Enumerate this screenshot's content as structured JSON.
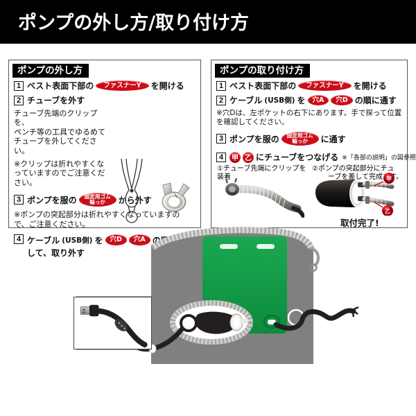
{
  "header": {
    "title": "ポンプの外し方/取り付け方"
  },
  "colors": {
    "header_bg": "#000000",
    "badge_red": "#cc0d18",
    "vest_gray": "#808080",
    "panel_green": "#16a34a",
    "cable_black": "#231f20"
  },
  "panel_removal": {
    "title": "ポンプの外し方",
    "steps": [
      {
        "num": "1",
        "pre": "ベスト表面下部の",
        "badge": "ファスナーY",
        "post": "を開ける"
      },
      {
        "num": "2",
        "pre": "チューブを外す",
        "badge": "",
        "post": ""
      },
      {
        "num": "3",
        "pre": "ポンプを服の",
        "badge_line1": "固定用ゴム",
        "badge_line2": "輪っか",
        "post": "から外す"
      },
      {
        "num": "4",
        "pre": "ケーブル",
        "paren": "(USB側)",
        "mid": "を",
        "badge1": "穴D",
        "badge2": "穴A",
        "post": "の順に引っ張り出",
        "post2": "して、取り外す"
      }
    ],
    "note_tube": "チューブ先端のクリップを、\nペンチ等の工具でゆるめて\nチューブを外してください。",
    "note_clip": "※クリップは折れやすくな\nっていますのでご注意くだ\nさい。",
    "note_pump": "※ポンプの突起部分は折れやすくなっていますので、ご注意ください。",
    "icons": {
      "pliers": "pliers-illustration",
      "clip": "hose-clip-photo"
    }
  },
  "panel_install": {
    "title": "ポンプの取り付け方",
    "steps": [
      {
        "num": "1",
        "pre": "ベスト表面下部の",
        "badge": "ファスナーY",
        "post": "を開ける"
      },
      {
        "num": "2",
        "pre": "ケーブル",
        "paren": "(USB側)",
        "mid": "を",
        "badge1": "穴A",
        "badge2": "穴D",
        "post": "の順に通す"
      },
      {
        "num": "3",
        "pre": "ポンプを服の",
        "badge_line1": "固定用ゴム",
        "badge_line2": "輪っか",
        "post": "に通す"
      },
      {
        "num": "4",
        "badge1": "甲",
        "badge2": "乙",
        "post": "にチューブをつなげる",
        "ref": "※「各部の説明」の図参照"
      }
    ],
    "note_holeD": "※穴Dは、左ポケットの右下にあります。手で探って位置\nを確認してください。",
    "sub1": "①チューブ先端にクリップを装着",
    "sub2": "②ポンプの突起部分にチュ",
    "sub2b": "ーブを差して完成です。",
    "done_label": "取付完了!",
    "labels": {
      "ko": "甲",
      "otsu": "乙"
    }
  },
  "illustration": {
    "name": "vest-pump-installation-diagram",
    "vest_label": "",
    "inset_label": "",
    "usb_cable": "usb-cable-inset"
  }
}
